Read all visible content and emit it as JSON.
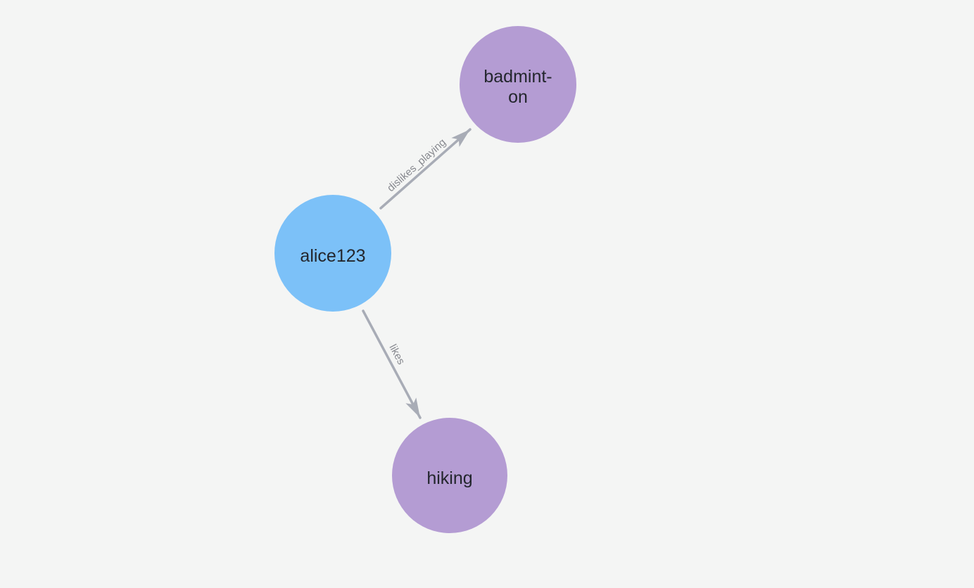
{
  "page": {
    "background_color": "#F4F5F4"
  },
  "colors": {
    "person_node_fill": "#7CC1F8",
    "hobby_node_fill": "#B49CD3",
    "edge_stroke": "#A8ACB6",
    "edge_label_text": "#87898F",
    "node_label_text": "#23262D"
  },
  "graph": {
    "nodes": [
      {
        "id": "alice123",
        "type": "person",
        "label": "alice123",
        "label_lines": [
          "alice123"
        ],
        "color": "#7CC1F8"
      },
      {
        "id": "badminton",
        "type": "hobby",
        "label": "badminton",
        "label_lines": [
          "badmint-",
          "on"
        ],
        "color": "#B49CD3"
      },
      {
        "id": "hiking",
        "type": "hobby",
        "label": "hiking",
        "label_lines": [
          "hiking"
        ],
        "color": "#B49CD3"
      }
    ],
    "edges": [
      {
        "source": "alice123",
        "target": "badminton",
        "label": "dislikes_playing"
      },
      {
        "source": "alice123",
        "target": "hiking",
        "label": "likes"
      }
    ]
  }
}
